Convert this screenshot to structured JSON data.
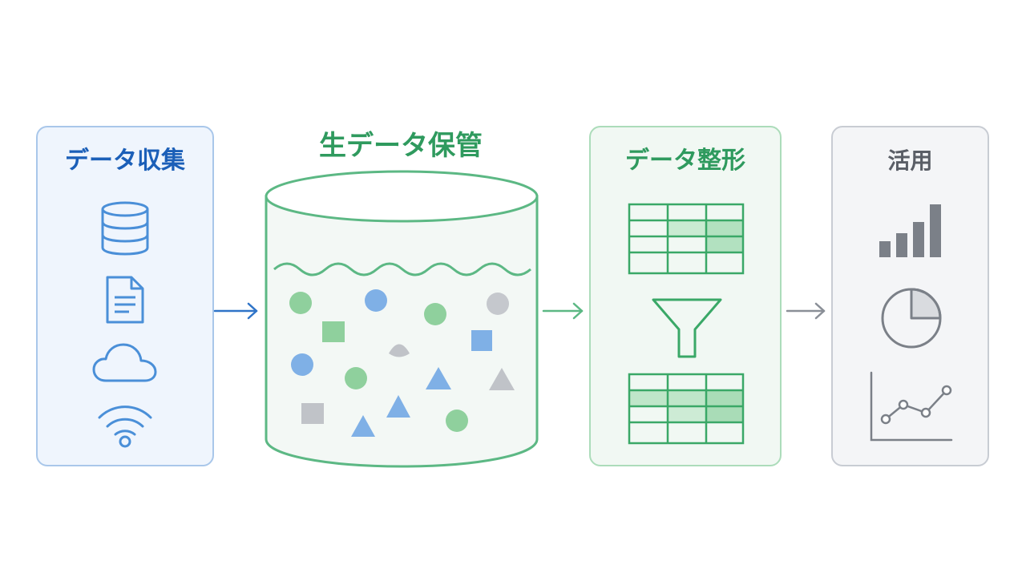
{
  "stages": {
    "collect": {
      "title": "データ収集"
    },
    "storage": {
      "title": "生データ保管"
    },
    "shape": {
      "title": "データ整形"
    },
    "use": {
      "title": "活用"
    }
  },
  "icons": {
    "collect": [
      "database-icon",
      "document-icon",
      "cloud-icon",
      "wireless-icon"
    ],
    "shape": [
      "table-icon",
      "funnel-icon",
      "table-icon"
    ],
    "use": [
      "bar-chart-icon",
      "pie-chart-icon",
      "line-chart-icon"
    ]
  },
  "colors": {
    "blue": "#1b5fb8",
    "green": "#2f9a5e",
    "gray": "#5a5e66",
    "icon_blue": "#4a8fd8",
    "icon_green": "#3aa867",
    "icon_gray": "#7b8088"
  }
}
